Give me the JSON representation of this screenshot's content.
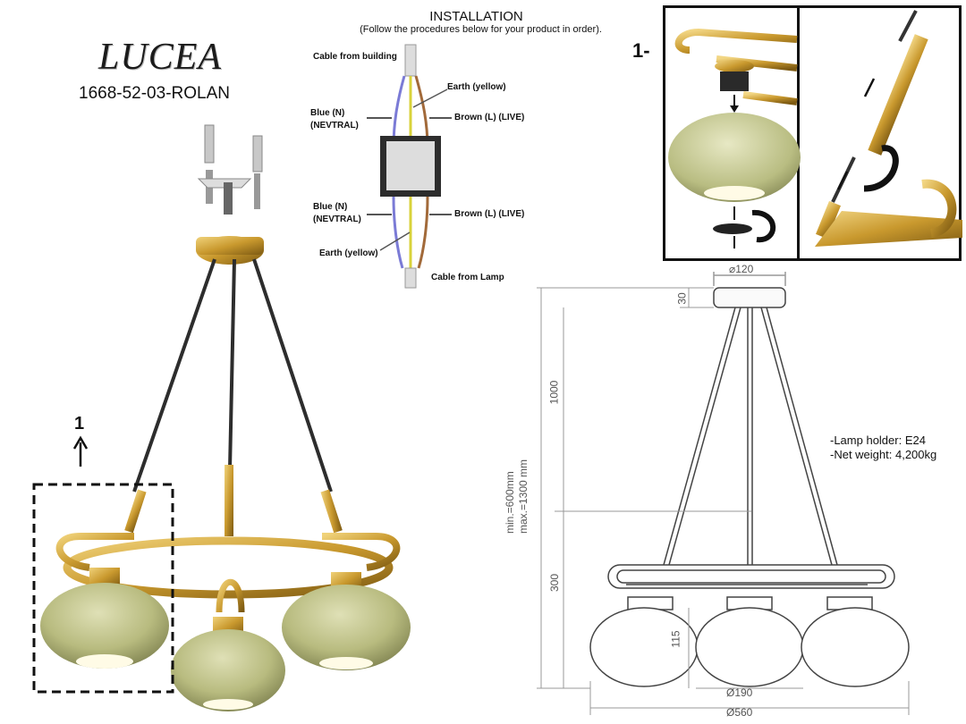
{
  "product": {
    "name": "LUCEA",
    "code": "1668-52-03-ROLAN"
  },
  "installation": {
    "title": "INSTALLATION",
    "subtitle": "(Follow the procedures below for your product in order).",
    "labels": {
      "cable_from_building": "Cable from building",
      "earth_top": "Earth (yellow)",
      "blue_top": "Blue (N)\n(NEVTRAL)",
      "brown_top": "Brown (L) (LIVE)",
      "blue_bottom": "Blue (N)\n(NEVTRAL)",
      "brown_bottom": "Brown (L) (LIVE)",
      "earth_bottom": "Earth (yellow)",
      "cable_from_lamp": "Cable from Lamp"
    }
  },
  "steps": {
    "step_panel_label": "1-",
    "callout_label": "1"
  },
  "specs": {
    "lamp_holder": "-Lamp holder: E24",
    "net_weight": "-Net weight: 4,200kg"
  },
  "dimensions": {
    "canopy_diameter": "⌀120",
    "canopy_height": "30",
    "rod_length": "1000",
    "lower_height": "300",
    "shade_height": "115",
    "shade_diameter": "Ø190",
    "total_diameter": "Ø560",
    "min_height": "min.=600mm",
    "max_height": "max.=1300 mm"
  },
  "colors": {
    "brass": "#c9992e",
    "glass": "#b9bd82",
    "rod": "#2d2d2d"
  }
}
